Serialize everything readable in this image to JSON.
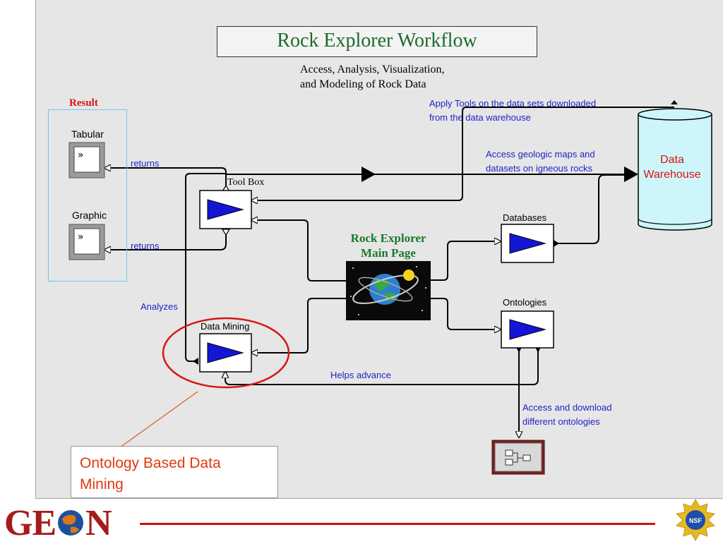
{
  "title": "Rock Explorer Workflow",
  "subtitle": "Access, Analysis, Visualization,\nand Modeling of Rock Data",
  "result_label": "Result",
  "nodes": {
    "tabular": "Tabular",
    "graphic": "Graphic",
    "toolbox": "Tool Box",
    "data_mining": "Data Mining",
    "databases": "Databases",
    "ontologies": "Ontologies",
    "main_page": "Rock Explorer\nMain Page",
    "data_warehouse": "Data\nWarehouse"
  },
  "edge_labels": {
    "returns_1": "returns",
    "returns_2": "returns",
    "analyzes": "Analyzes",
    "helps_advance": "Helps advance",
    "apply_tools_1": "Apply Tools on the data sets downloaded",
    "apply_tools_2": "from the data warehouse",
    "access_maps_1": "Access geologic maps and",
    "access_maps_2": "datasets on igneous rocks",
    "access_onto_1": "Access and download",
    "access_onto_2": "different ontologies"
  },
  "callout": "Ontology Based Data\nMining",
  "logo": {
    "pre": "GE",
    "post": "N"
  },
  "nsf_label": "NSF",
  "colors": {
    "title_green": "#1a6b2c",
    "label_blue": "#1f1fc8",
    "accent_red": "#e01010",
    "actor_blue": "#1515d6",
    "cylinder_fill": "#cdf6fa"
  }
}
